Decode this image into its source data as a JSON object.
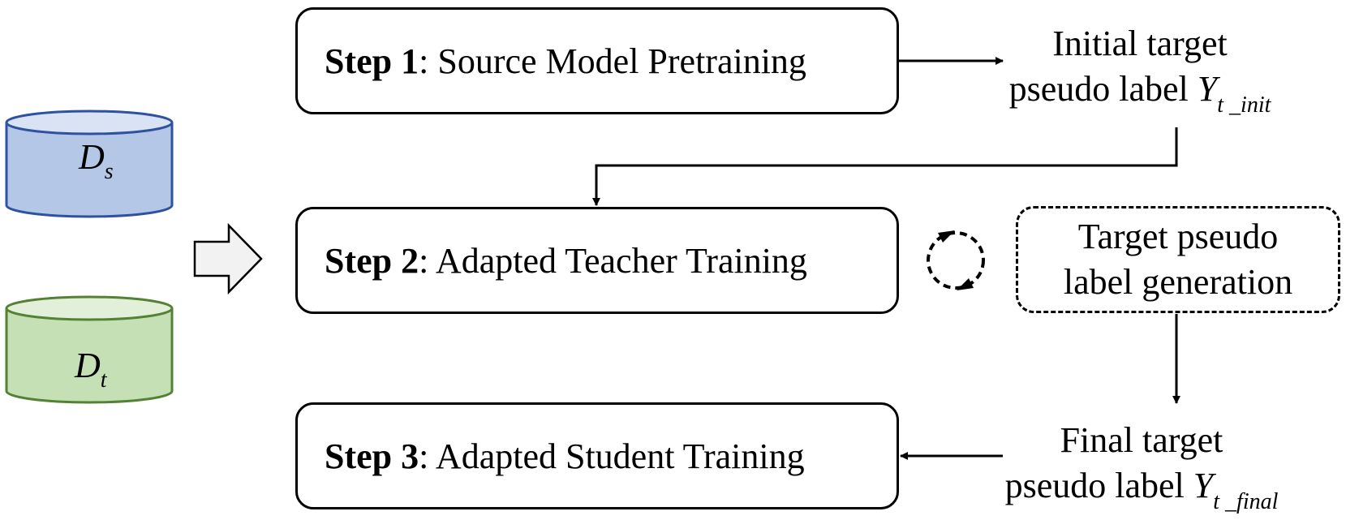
{
  "steps": [
    {
      "num": "Step 1",
      "sep": ":",
      "title": " Source Model Pretraining"
    },
    {
      "num": "Step 2",
      "sep": ":",
      "title": " Adapted Teacher Training"
    },
    {
      "num": "Step 3",
      "sep": ":",
      "title": " Adapted Student Training"
    }
  ],
  "initial_label": {
    "line1": "Initial target",
    "line2_text": "pseudo label ",
    "var": "Y",
    "sub": "t _init"
  },
  "final_label": {
    "line1": "Final target",
    "line2_text": "pseudo label ",
    "var": "Y",
    "sub": "t _final"
  },
  "generation_box": {
    "line1": "Target pseudo",
    "line2": "label generation"
  },
  "databases": [
    {
      "var": "D",
      "sub": "s",
      "fill": "#b4c7e7",
      "top_fill": "#dae3f3",
      "stroke": "#2f52a0"
    },
    {
      "var": "D",
      "sub": "t",
      "fill": "#c5e0b4",
      "top_fill": "#e2f0d9",
      "stroke": "#548235"
    }
  ]
}
